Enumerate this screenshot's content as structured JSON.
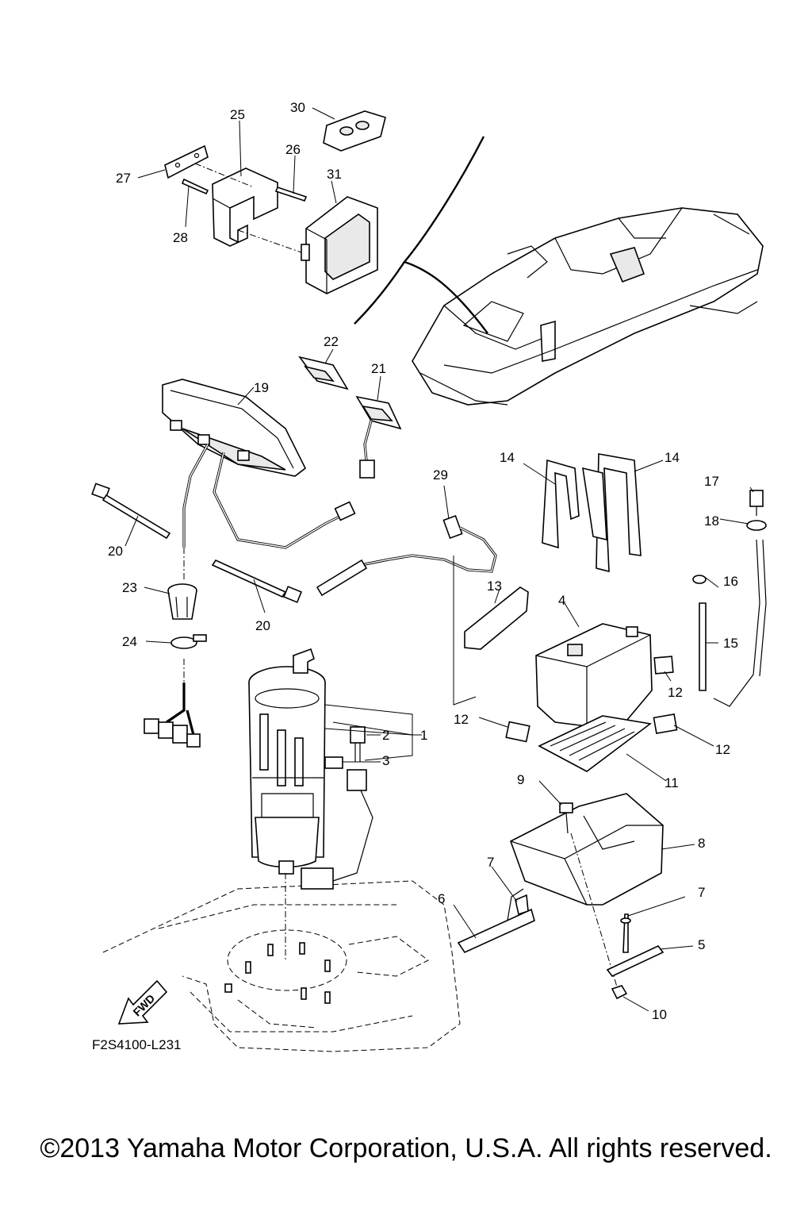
{
  "diagram_code": "F2S4100-L231",
  "copyright": "©2013 Yamaha Motor Corporation, U.S.A. All rights reserved.",
  "direction_indicator": "FWD",
  "callouts": {
    "c1": "1",
    "c2": "2",
    "c3": "3",
    "c4": "4",
    "c5": "5",
    "c6": "6",
    "c7a": "7",
    "c7b": "7",
    "c8": "8",
    "c9": "9",
    "c10": "10",
    "c11": "11",
    "c12a": "12",
    "c12b": "12",
    "c12c": "12",
    "c13": "13",
    "c14a": "14",
    "c14b": "14",
    "c15": "15",
    "c16": "16",
    "c17": "17",
    "c18": "18",
    "c19": "19",
    "c20a": "20",
    "c20b": "20",
    "c21": "21",
    "c22": "22",
    "c23": "23",
    "c24": "24",
    "c25": "25",
    "c26": "26",
    "c27": "27",
    "c28": "28",
    "c29": "29",
    "c30": "30",
    "c31": "31"
  }
}
